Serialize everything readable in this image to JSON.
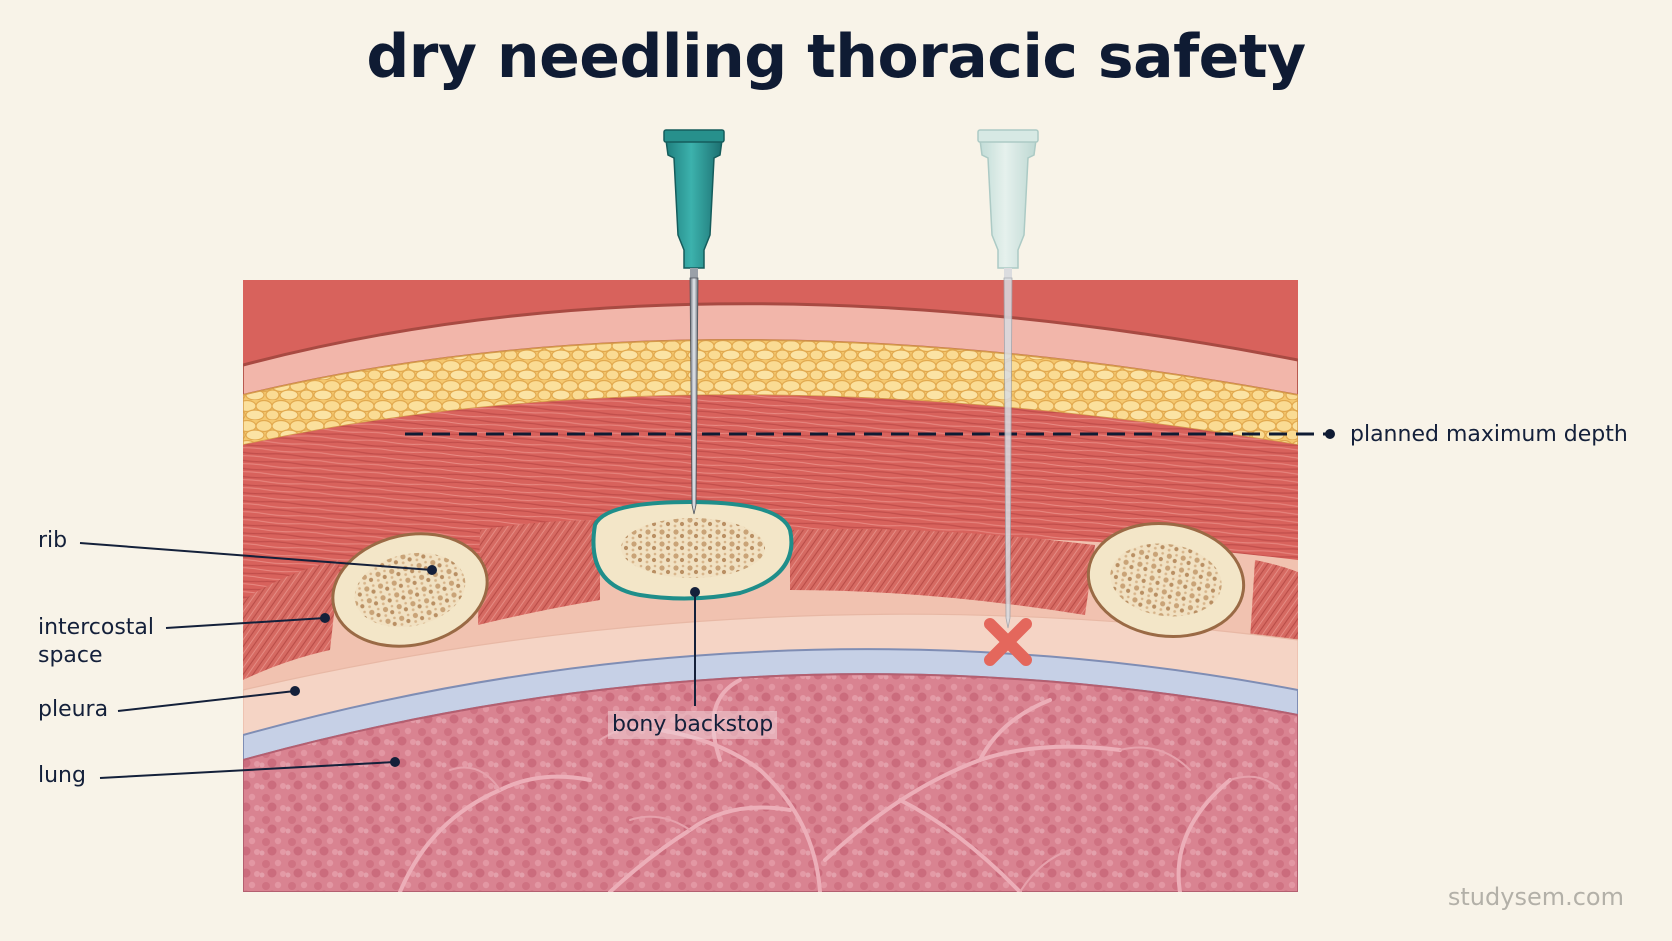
{
  "title": "dry needling thoracic safety",
  "labels": {
    "planned_depth": "planned maximum depth",
    "rib": "rib",
    "intercostal_space": "intercostal space",
    "pleura": "pleura",
    "lung": "lung",
    "bony_backstop": "bony backstop"
  },
  "watermark": "studysem.com",
  "colors": {
    "background": "#f8f3e8",
    "title": "#0f1b33",
    "needle_hub_safe": "#2a9d9a",
    "needle_hub_unsafe": "#cfe6e2",
    "unsafe_marker": "#e4675c",
    "skin": "#f2b6aa",
    "fat": "#f6cf7a",
    "muscle": "#d9645f",
    "bone": "#f3e6c8",
    "pleura": "#c9d3e6",
    "lung": "#d98792"
  },
  "needles": [
    {
      "name": "safe-needle",
      "state": "stops at rib"
    },
    {
      "name": "unsafe-needle",
      "state": "penetrates pleura"
    }
  ]
}
